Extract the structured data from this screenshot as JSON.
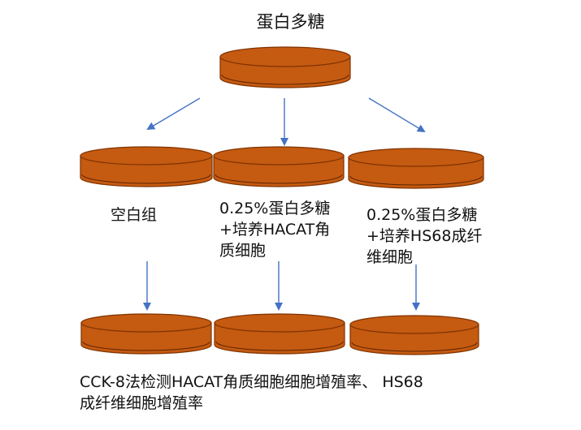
{
  "title": "蛋白多糖",
  "groups": [
    {
      "lines": [
        "空白组"
      ]
    },
    {
      "lines": [
        "0.25%蛋白多糖",
        "+培养HACAT角",
        "质细胞"
      ]
    },
    {
      "lines": [
        "0.25%蛋白多糖",
        "+培养HS68成纤",
        "维细胞"
      ]
    }
  ],
  "caption": {
    "lines": [
      "CCK-8法检测HACAT角质细胞细胞增殖率、 HS68",
      "成纤维细胞增殖率"
    ]
  },
  "colors": {
    "dish_fill": "#c55a11",
    "dish_stroke": "#7f3300",
    "dish_rim": "#5a2400",
    "arrow": "#4472c4",
    "text": "#111111"
  }
}
